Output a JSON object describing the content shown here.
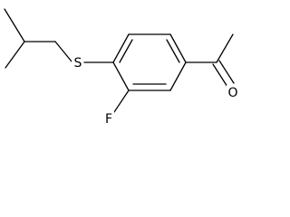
{
  "molecule": {
    "atoms": {
      "sulfur": "S",
      "fluorine": "F",
      "oxygen": "O"
    }
  }
}
